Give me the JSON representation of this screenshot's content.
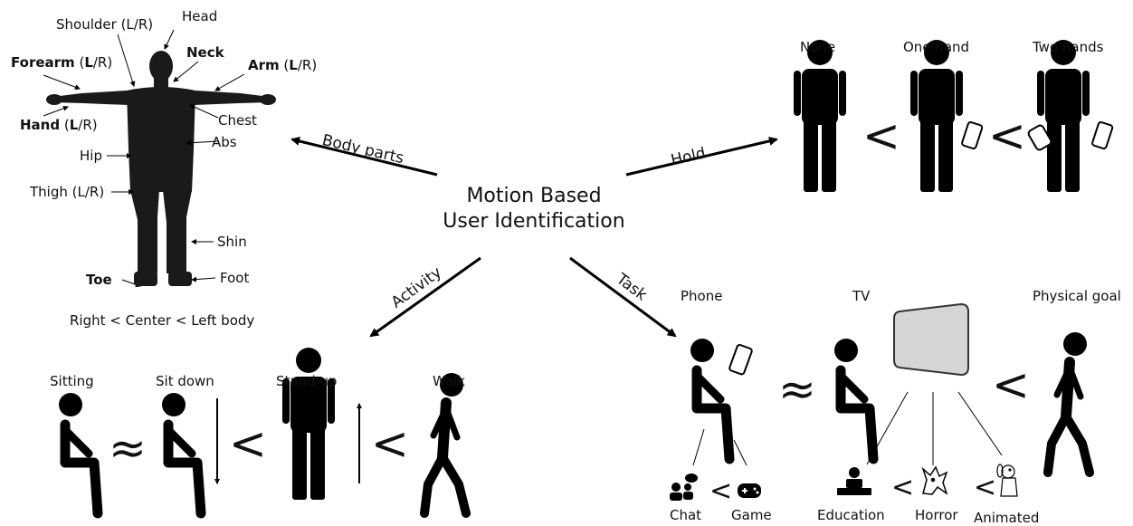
{
  "center": {
    "line1": "Motion Based",
    "line2": "User Identification"
  },
  "branches": {
    "body_parts": "Body parts",
    "hold": "Hold",
    "activity": "Activity",
    "task": "Task"
  },
  "body": {
    "head": "Head",
    "shoulder": "Shoulder (L/R)",
    "neck": "Neck",
    "forearm_bold": "Forearm",
    "forearm_open": "(",
    "forearm_l": "L",
    "forearm_rest": "/R)",
    "arm_bold": "Arm",
    "arm_open": "(",
    "arm_l": "L",
    "arm_rest": "/R)",
    "hand_bold": "Hand",
    "hand_open": "(",
    "hand_l": "L",
    "hand_rest": "/R)",
    "chest": "Chest",
    "abs": "Abs",
    "hip": "Hip",
    "thigh": "Thigh (L/R)",
    "shin": "Shin",
    "toe": "Toe",
    "foot": "Foot",
    "order": "Right < Center < Left body"
  },
  "hold": {
    "none": "None",
    "one": "One hand",
    "two": "Two hands",
    "lt1": "<",
    "lt2": "<"
  },
  "activity": {
    "sitting": "Sitting",
    "sitdown": "Sit down",
    "standup": "Stand up",
    "walk": "Walk",
    "approx": "≈",
    "lt1": "<",
    "lt2": "<"
  },
  "task": {
    "phone": "Phone",
    "tv": "TV",
    "physical": "Physical goal",
    "approx": "≈",
    "lt": "<",
    "chat": "Chat",
    "game": "Game",
    "lt_cg": "<",
    "education": "Education",
    "horror": "Horror",
    "animated": "Animated",
    "lt_eh": "<",
    "lt_ha": "<"
  }
}
